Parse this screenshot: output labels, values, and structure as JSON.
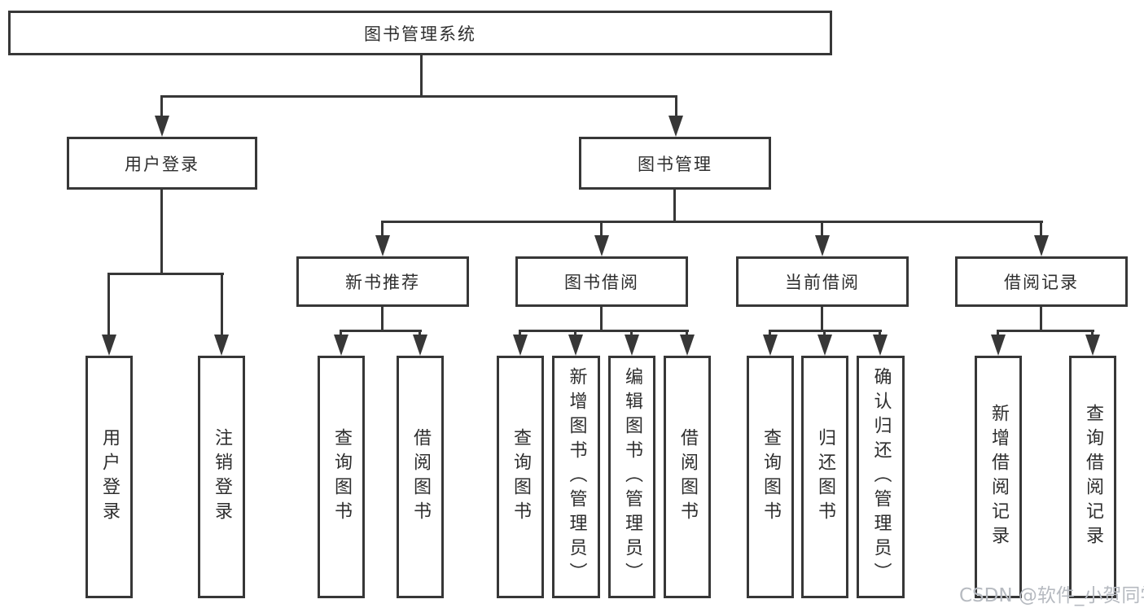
{
  "tree": {
    "label": "图书管理系统",
    "children": [
      {
        "label": "用户登录",
        "children": [
          {
            "label": "用户登录"
          },
          {
            "label": "注销登录"
          }
        ]
      },
      {
        "label": "图书管理",
        "children": [
          {
            "label": "新书推荐",
            "children": [
              {
                "label": "查询图书"
              },
              {
                "label": "借阅图书"
              }
            ]
          },
          {
            "label": "图书借阅",
            "children": [
              {
                "label": "查询图书"
              },
              {
                "label": "新增图书（管理员）"
              },
              {
                "label": "编辑图书（管理员）"
              },
              {
                "label": "借阅图书"
              }
            ]
          },
          {
            "label": "当前借阅",
            "children": [
              {
                "label": "查询图书"
              },
              {
                "label": "归还图书"
              },
              {
                "label": "确认归还（管理员）"
              }
            ]
          },
          {
            "label": "借阅记录",
            "children": [
              {
                "label": "新增借阅记录"
              },
              {
                "label": "查询借阅记录"
              }
            ]
          }
        ]
      }
    ]
  },
  "watermark": "CSDN @软件_小贺同学",
  "colors": {
    "line": "#373737",
    "text": "#2e2e2e",
    "watermark": "#b6bac0"
  }
}
